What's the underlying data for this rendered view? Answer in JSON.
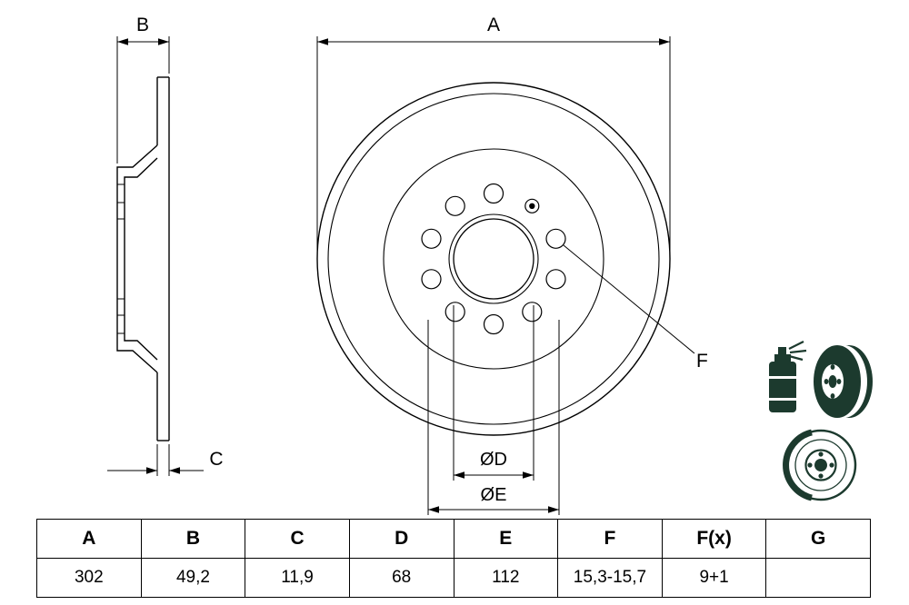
{
  "diagram": {
    "labels": {
      "A": "A",
      "B": "B",
      "C": "C",
      "F": "F",
      "diameter_d": "ØD",
      "diameter_e": "ØE"
    },
    "icons": [
      "spray-can-icon",
      "coated-disc-icon",
      "brake-disc-icon"
    ]
  },
  "table": {
    "headers": [
      "A",
      "B",
      "C",
      "D",
      "E",
      "F",
      "F(x)",
      "G"
    ],
    "values": [
      "302",
      "49,2",
      "11,9",
      "68",
      "112",
      "15,3-15,7",
      "9+1",
      ""
    ]
  },
  "colors": {
    "line": "#000000",
    "icon_dark": "#1c3a2e",
    "background": "#ffffff"
  }
}
